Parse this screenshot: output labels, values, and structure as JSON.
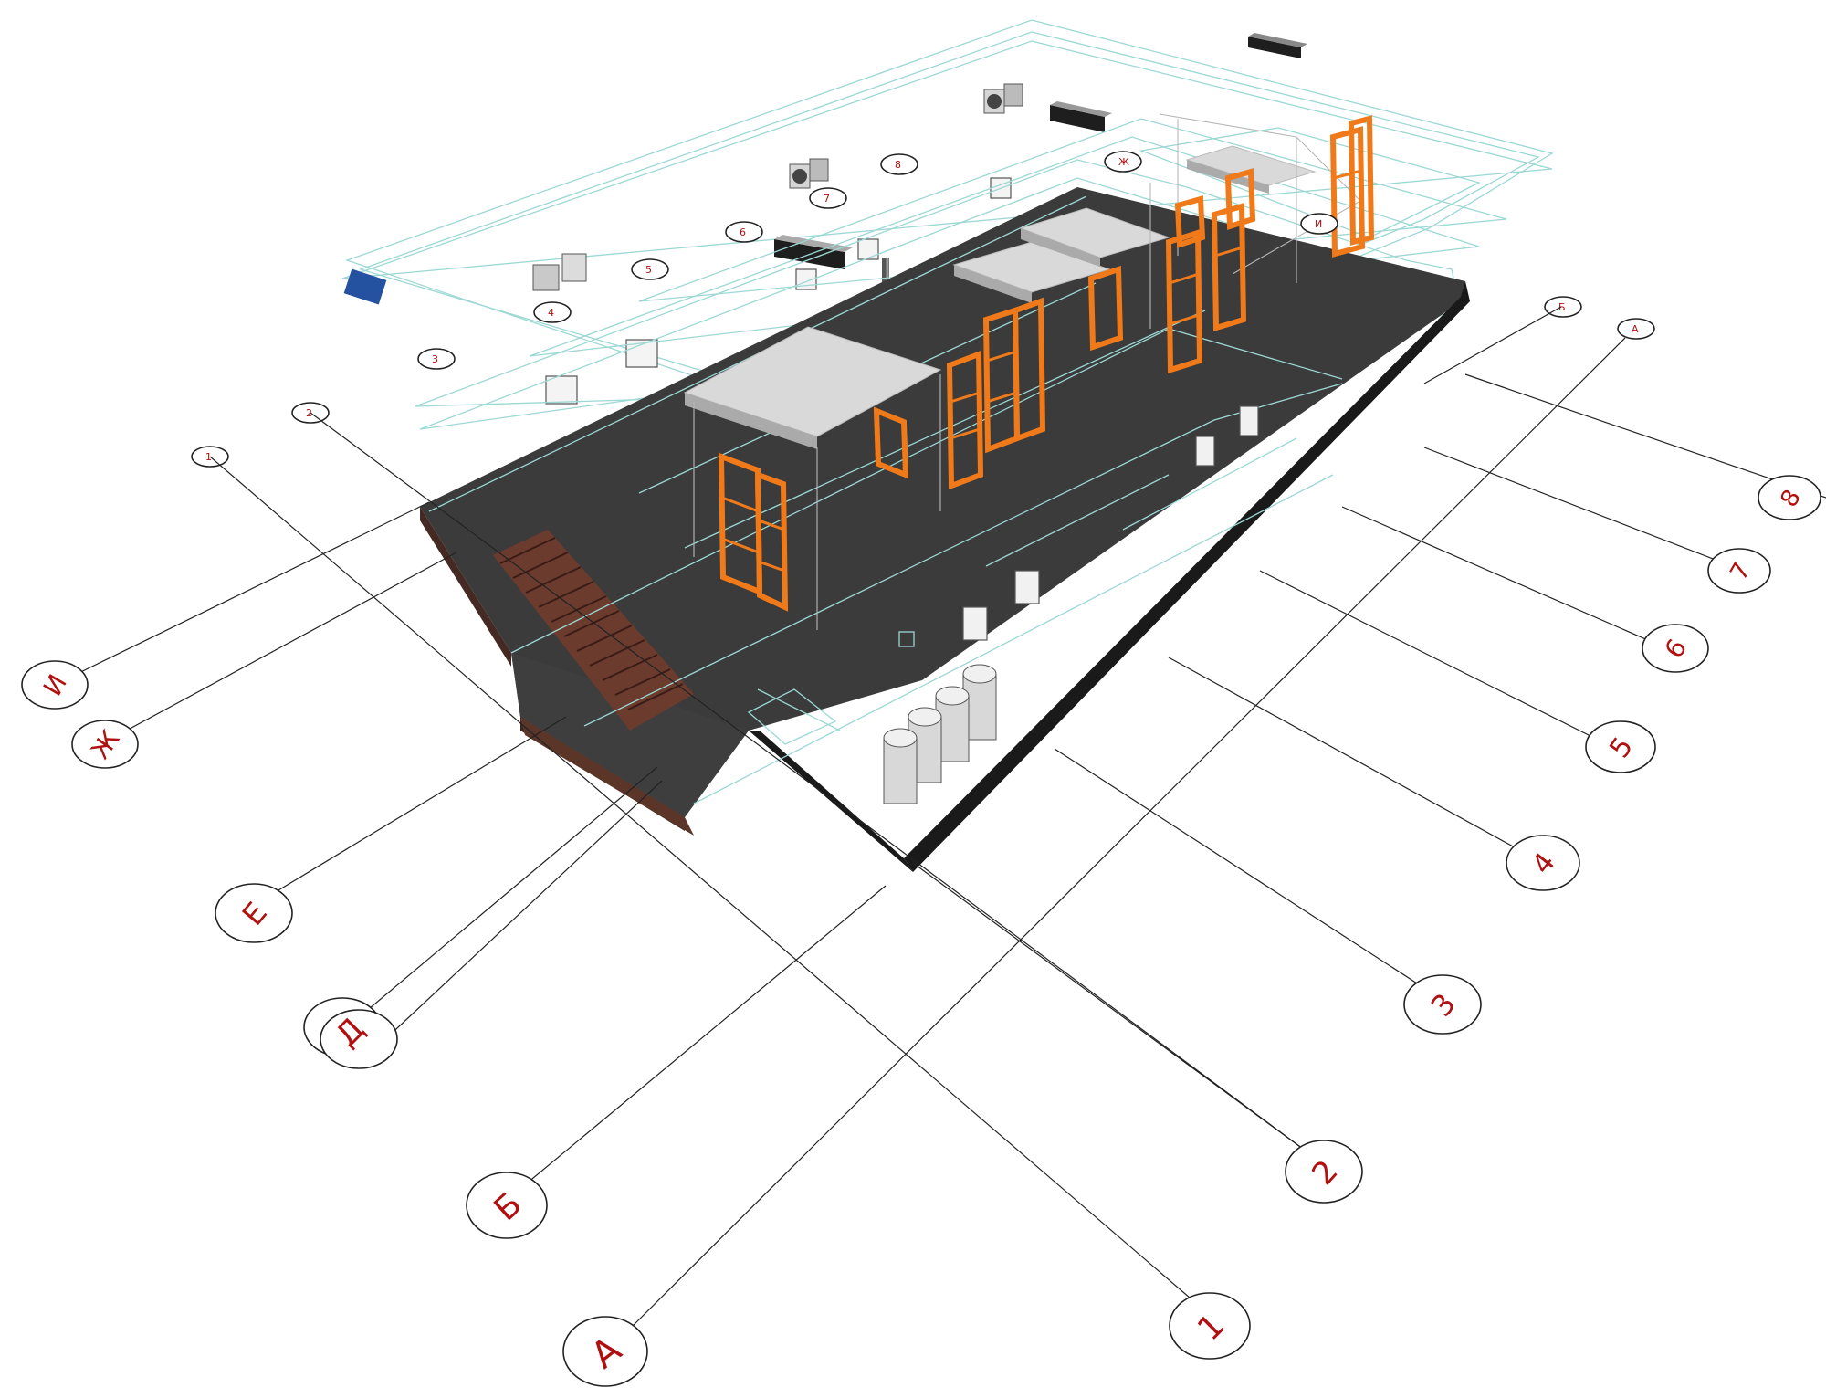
{
  "tag_blue": "",
  "colors": {
    "slab_top": "#3b3b3b",
    "slab_edge": "#151515",
    "soil": "#6b3b2e",
    "wire": "#9cd8d4",
    "door": "#f07a1a",
    "label": "#b01010",
    "ceiling": "#d9d9d9"
  },
  "axes_left": [
    {
      "label": "И",
      "rot": -60
    },
    {
      "label": "Ж",
      "rot": -55
    },
    {
      "label": "Е",
      "rot": -50
    },
    {
      "label": "Д",
      "rot": -45
    },
    {
      "label": "Б",
      "rot": -42
    },
    {
      "label": "А",
      "rot": -38
    }
  ],
  "axes_right": [
    {
      "label": "8",
      "rot": -60
    },
    {
      "label": "7",
      "rot": -60
    },
    {
      "label": "6",
      "rot": -58
    },
    {
      "label": "5",
      "rot": -55
    },
    {
      "label": "4",
      "rot": -52
    },
    {
      "label": "3",
      "rot": -50
    },
    {
      "label": "2",
      "rot": -48
    },
    {
      "label": "1",
      "rot": -45
    }
  ],
  "small_labels_top": [
    "1",
    "2",
    "3",
    "4",
    "5",
    "6",
    "7",
    "8",
    "Ж",
    "И",
    "Б",
    "А"
  ]
}
